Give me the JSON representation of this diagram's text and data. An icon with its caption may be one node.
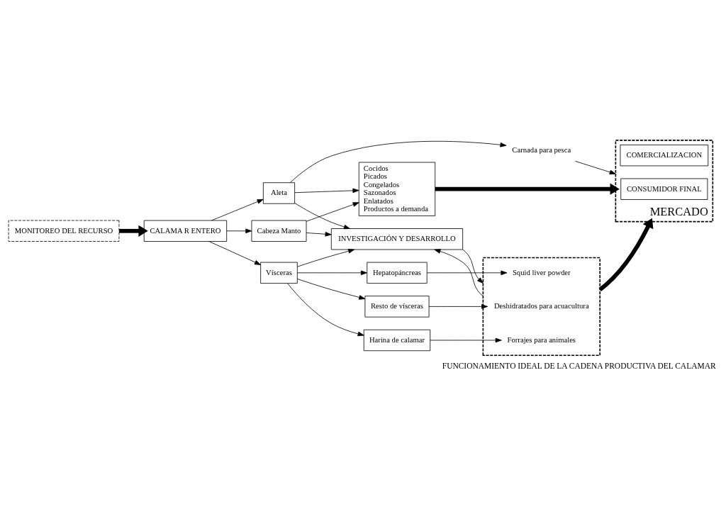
{
  "diagram": {
    "caption": "FUNCIONAMIENTO IDEAL DE LA CADENA PRODUCTIVA DEL CALAMAR",
    "nodes": [
      {
        "text": [
          "MONITOREO DEL RECURSO"
        ]
      },
      {
        "text": [
          "CALAMA R ENTERO"
        ]
      },
      {
        "text": [
          "Vísceras"
        ]
      },
      {
        "text": [
          "Hepatopáncreas"
        ]
      },
      {
        "text": [
          "Resto de vísceras"
        ]
      },
      {
        "text": [
          "Harina de calamar"
        ]
      },
      {
        "text": [
          "INVESTIGACIÓN Y DESARROLLO"
        ]
      },
      {
        "text": [
          "Cabeza Manto"
        ]
      },
      {
        "text": [
          "Aleta"
        ]
      },
      {
        "text": [
          "Cocidos",
          "Picados",
          "Congelados",
          "Sazonados",
          "Enlatados",
          "Productos a demanda"
        ]
      },
      {
        "text": [
          "Carnada para pesca"
        ]
      },
      {
        "text": [],
        "shape": "box"
      },
      {
        "text": [
          "Squid liver powder"
        ],
        "in": 11
      },
      {
        "text": [
          "Deshidratados para acuacultura"
        ],
        "in": 11
      },
      {
        "text": [
          "Forrajes para animales"
        ],
        "in": 11
      },
      {
        "text": [
          "MERCADO"
        ]
      },
      {
        "text": [
          "COMERCIALIZACION"
        ],
        "in": 15
      },
      {
        "text": [
          "CONSUMIDOR FINAL"
        ],
        "in": 15
      }
    ],
    "edges": [
      {
        "from": 0,
        "to": 1,
        "arrow": "to",
        "style": "thick"
      },
      {
        "from": 1,
        "to": 2,
        "arrow": "to"
      },
      {
        "from": 1,
        "to": 7,
        "arrow": "to"
      },
      {
        "from": 1,
        "to": 8,
        "arrow": "to"
      },
      {
        "from": 2,
        "to": 3,
        "arrow": "to"
      },
      {
        "from": 2,
        "to": 4,
        "arrow": "to"
      },
      {
        "from": 2,
        "to": 5,
        "arrow": "to"
      },
      {
        "from": 2,
        "to": 6,
        "arrow": "to"
      },
      {
        "from": 3,
        "to": 12,
        "arrow": "to"
      },
      {
        "from": 4,
        "to": 13,
        "arrow": "to"
      },
      {
        "from": 5,
        "to": 14,
        "arrow": "to"
      },
      {
        "from": 6,
        "to": 11,
        "arrow": "to"
      },
      {
        "from": 11,
        "to": 6,
        "arrow": "to"
      },
      {
        "from": 11,
        "to": 15,
        "arrow": "to",
        "style": "thick"
      },
      {
        "from": 8,
        "to": 6,
        "arrow": "to"
      },
      {
        "from": 7,
        "to": 6,
        "arrow": "to"
      },
      {
        "from": 7,
        "to": 9,
        "arrow": "to"
      },
      {
        "from": 8,
        "to": 9,
        "arrow": "to"
      },
      {
        "from": 8,
        "to": 10,
        "arrow": "to"
      },
      {
        "from": 9,
        "to": 15,
        "arrow": "to",
        "style": "thick"
      },
      {
        "from": 10,
        "to": 15,
        "arrow": "to"
      }
    ]
  }
}
